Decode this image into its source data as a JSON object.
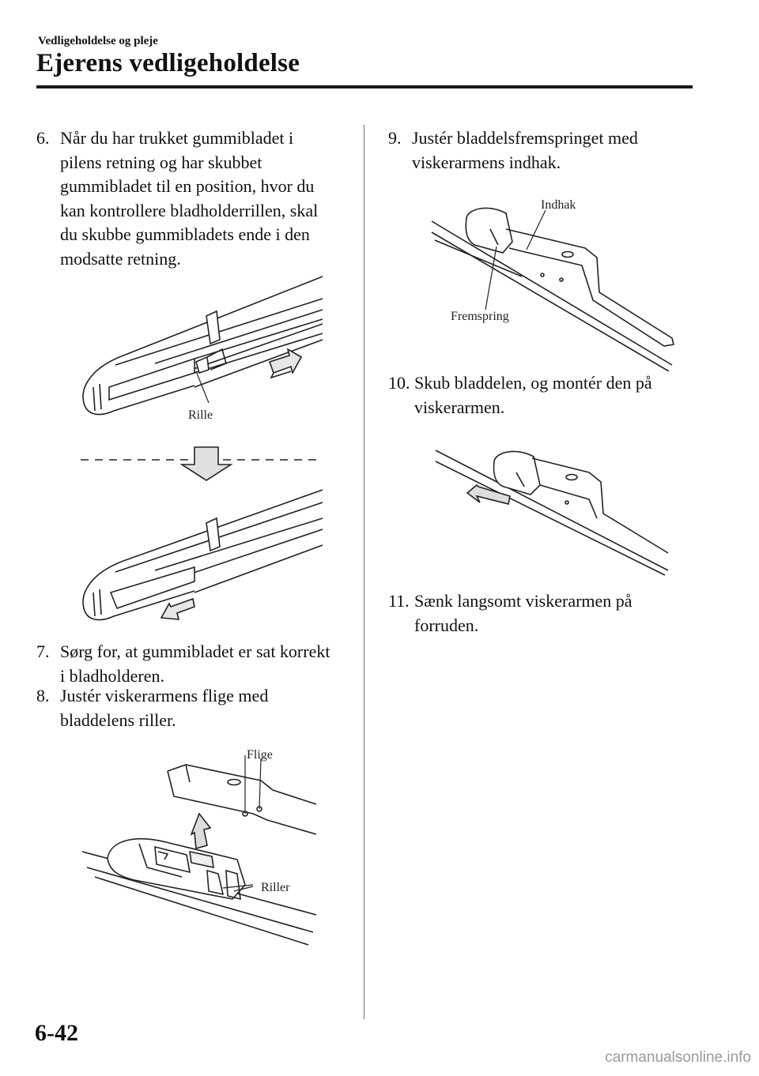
{
  "header": {
    "section": "Vedligeholdelse og pleje",
    "chapter": "Ejerens vedligeholdelse"
  },
  "steps": [
    {
      "number": "6.",
      "lines": [
        "Når du har trukket gummibladet i",
        "pilens retning og har skubbet",
        "gummibladet til en position, hvor du",
        "kan kontrollere bladholderrillen, skal",
        "du skubbe gummibladets ende i den",
        "modsatte retning."
      ]
    },
    {
      "number": "7.",
      "lines": [
        "Sørg for, at gummibladet er sat korrekt",
        "i bladholderen."
      ]
    },
    {
      "number": "8.",
      "lines": [
        "Justér viskerarmens flige med",
        "bladdelens riller."
      ]
    },
    {
      "number": "9.",
      "lines": [
        "Justér bladdelsfremspringet med",
        "viskerarmens indhak."
      ]
    },
    {
      "number": "10.",
      "lines": [
        "Skub bladdelen, og montér den på",
        "viskerarmen."
      ]
    },
    {
      "number": "11.",
      "lines": [
        "Sænk langsomt viskerarmen på",
        "forruden."
      ]
    }
  ],
  "figure_labels": {
    "rille": "Rille",
    "flige": "Flige",
    "riller": "Riller",
    "indhak": "Indhak",
    "fremspring": "Fremspring"
  },
  "footer": {
    "page_number": "6-42",
    "watermark": "carmanualsonline.info"
  }
}
